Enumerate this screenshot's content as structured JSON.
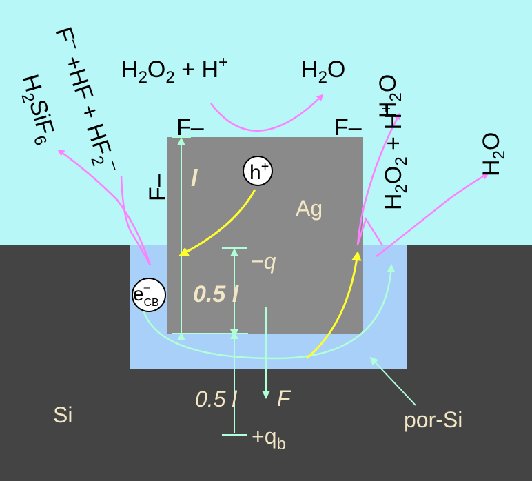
{
  "labels": {
    "h2o2_top": "H",
    "h2o2_top_sub1": "2",
    "h2o2_top_o": "O",
    "h2o2_top_sub2": "2",
    "h2o2_top_plus": " + H",
    "h2o2_top_sup": "+",
    "h2o_top": "H",
    "h2o_top_sub": "2",
    "h2o_top_o": "O",
    "f_minus": "F",
    "minus": "–",
    "h2o_right1": "H",
    "h2o_right1_sub": "2",
    "h2o_right1_o": "O",
    "h2o2_right": "H",
    "h2o2_right_sub1": "2",
    "h2o2_right_o": "O",
    "h2o2_right_sub2": "2",
    "h2o2_right_plus": " + H",
    "h2o2_right_sup": "+",
    "h2o_right2": "H",
    "h2o_right2_sub": "2",
    "h2o_right2_o": "O",
    "h2sif6_h": "H",
    "h2sif6_sub2": "2",
    "h2sif6_sif": "SiF",
    "h2sif6_sub6": "6",
    "fhf_f": "F",
    "fhf_rest": " +HF + HF",
    "fhf_sub2": "2",
    "hole": "h",
    "hole_sup": "+",
    "electron_e": "e",
    "electron_sub": "CB",
    "l_top": "l",
    "ag": "Ag",
    "minus_q": "−q",
    "half_l_upper_num": "0.5",
    "half_l_upper_l": " l",
    "half_l_lower_num": "0.5",
    "half_l_lower_l": " l",
    "force": "F",
    "plus_qb": "+q",
    "plus_qb_sub": "b",
    "si": "Si",
    "por_si": "por-Si"
  },
  "colors": {
    "electrolyte": "#b8f7f7",
    "silicon": "#444444",
    "por_si": "#a8d0f8",
    "silver": "#8a8a8a",
    "pink_arrow": "#ff80ff",
    "mint_arrow": "#b0ffd8",
    "yellow_arrow": "#ffff30",
    "cream_text": "#f3e6c4"
  }
}
